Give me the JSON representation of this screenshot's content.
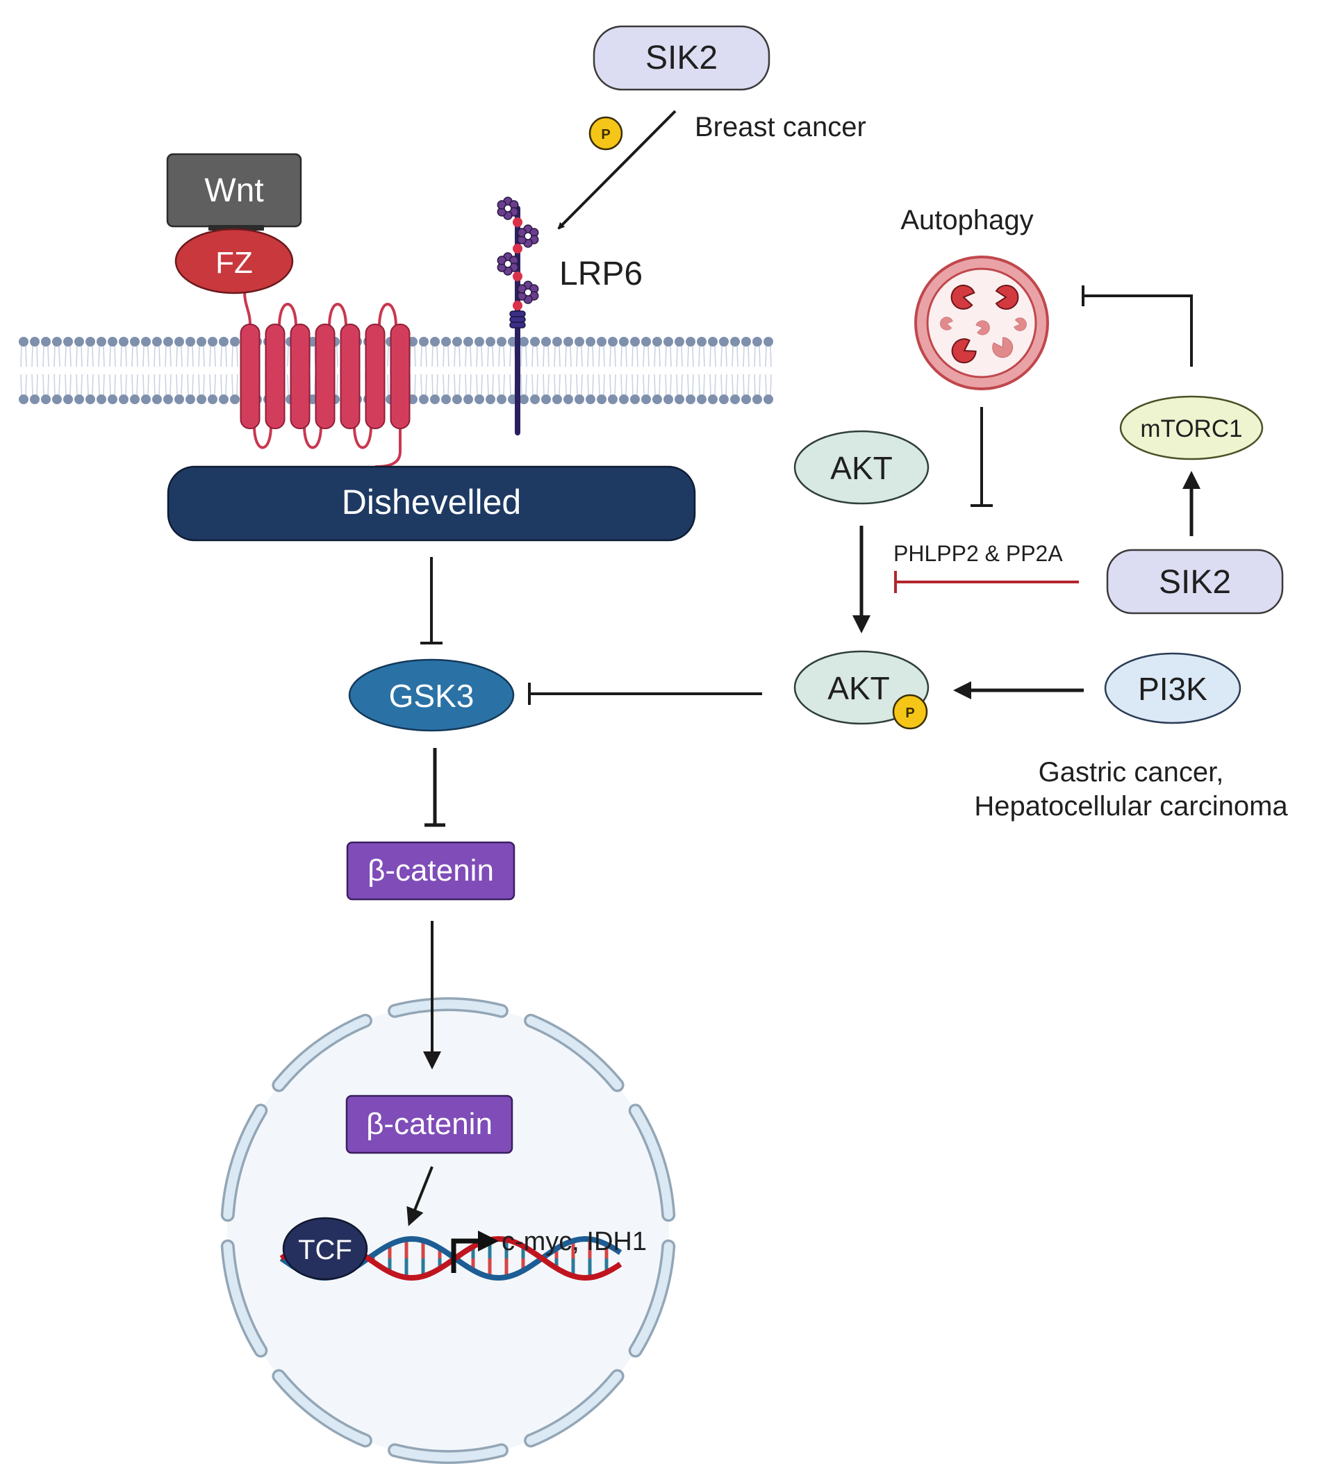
{
  "figure": {
    "title": "SIK2 in Wnt/β-catenin and PI3K/AKT signaling",
    "nodes": {
      "sik2_top": "SIK2",
      "breast_cancer": "Breast cancer",
      "phospho_top": "P",
      "wnt": "Wnt",
      "fz": "FZ",
      "lrp6": "LRP6",
      "dishevelled": "Dishevelled",
      "gsk3": "GSK3",
      "beta_catenin_cyto": "β-catenin",
      "beta_catenin_nuc": "β-catenin",
      "tcf": "TCF",
      "target_genes": "c-myc, IDH1",
      "autophagy": "Autophagy",
      "mtorc1": "mTORC1",
      "akt": "AKT",
      "phlpp2_pp2a": "PHLPP2 & PP2A",
      "sik2_right": "SIK2",
      "akt_p": "AKT",
      "phospho_akt": "P",
      "pi3k": "PI3K",
      "cancer_line1": "Gastric cancer,",
      "cancer_line2": "Hepatocellular carcinoma"
    },
    "edges": [
      {
        "from": "SIK2",
        "to": "LRP6",
        "type": "activation",
        "note": "phosphorylation"
      },
      {
        "from": "Dishevelled",
        "to": "GSK3",
        "type": "inhibition"
      },
      {
        "from": "GSK3",
        "to": "β-catenin",
        "type": "inhibition"
      },
      {
        "from": "β-catenin",
        "to": "nucleus β-catenin",
        "type": "activation"
      },
      {
        "from": "β-catenin",
        "to": "TCF/DNA",
        "type": "activation"
      },
      {
        "from": "mTORC1",
        "to": "Autophagy",
        "type": "inhibition"
      },
      {
        "from": "Autophagy",
        "to": "AKT",
        "type": "inhibition"
      },
      {
        "from": "AKT",
        "to": "AKT-P",
        "type": "activation"
      },
      {
        "from": "SIK2",
        "to": "PHLPP2 & PP2A",
        "type": "inhibition"
      },
      {
        "from": "SIK2",
        "to": "mTORC1",
        "type": "activation"
      },
      {
        "from": "PI3K",
        "to": "AKT-P",
        "type": "activation"
      },
      {
        "from": "AKT-P",
        "to": "GSK3",
        "type": "inhibition"
      }
    ],
    "colors": {
      "sik2_fill": "#dcdcf2",
      "wnt_fill": "#5f5f5f",
      "fz_fill": "#c8383d",
      "receptor_fill": "#d33d5c",
      "dishevelled_fill": "#1e3a63",
      "gsk3_fill": "#2a72a6",
      "beta_catenin_fill": "#7f4cb8",
      "tcf_fill": "#26305e",
      "akt_fill": "#d8e8e3",
      "mtorc1_fill": "#eef4cf",
      "pi3k_fill": "#dbe8f6",
      "phospho_fill": "#f5c518",
      "membrane_head": "#7f90ad",
      "nucleus_fill": "#f3f7fb",
      "inhibition_red": "#b3262e"
    }
  }
}
